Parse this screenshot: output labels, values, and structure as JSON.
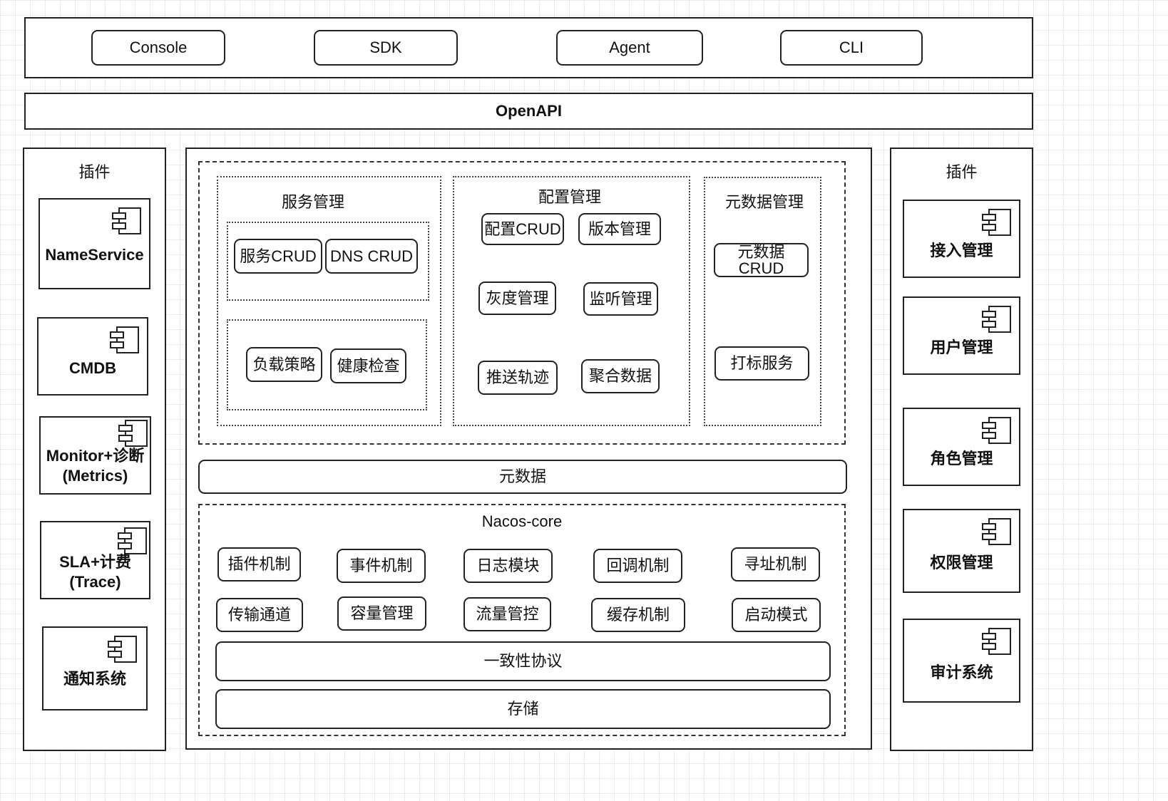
{
  "clients": [
    "Console",
    "SDK",
    "Agent",
    "CLI"
  ],
  "openapi": "OpenAPI",
  "left_panel": {
    "title": "插件",
    "items": [
      "NameService",
      "CMDB",
      "Monitor+诊断\n(Metrics)",
      "SLA+计费\n(Trace)",
      "通知系统"
    ]
  },
  "right_panel": {
    "title": "插件",
    "items": [
      "接入管理",
      "用户管理",
      "角色管理",
      "权限管理",
      "审计系统"
    ]
  },
  "service_mgmt": {
    "title": "服务管理",
    "crud": "服务CRUD",
    "dns": "DNS CRUD",
    "lb": "负载策略",
    "health": "健康检查"
  },
  "config_mgmt": {
    "title": "配置管理",
    "crud": "配置CRUD",
    "version": "版本管理",
    "gray": "灰度管理",
    "listen": "监听管理",
    "push": "推送轨迹",
    "aggregate": "聚合数据"
  },
  "metadata_mgmt": {
    "title": "元数据管理",
    "crud": "元数据\nCRUD",
    "tag": "打标服务"
  },
  "metadata_bar": "元数据",
  "nacos_core": {
    "title": "Nacos-core",
    "row1": [
      "插件机制",
      "事件机制",
      "日志模块",
      "回调机制",
      "寻址机制"
    ],
    "row2": [
      "传输通道",
      "容量管理",
      "流量管控",
      "缓存机制",
      "启动模式"
    ],
    "consensus": "一致性协议",
    "storage": "存储"
  },
  "icons": {
    "component": "component-icon"
  }
}
